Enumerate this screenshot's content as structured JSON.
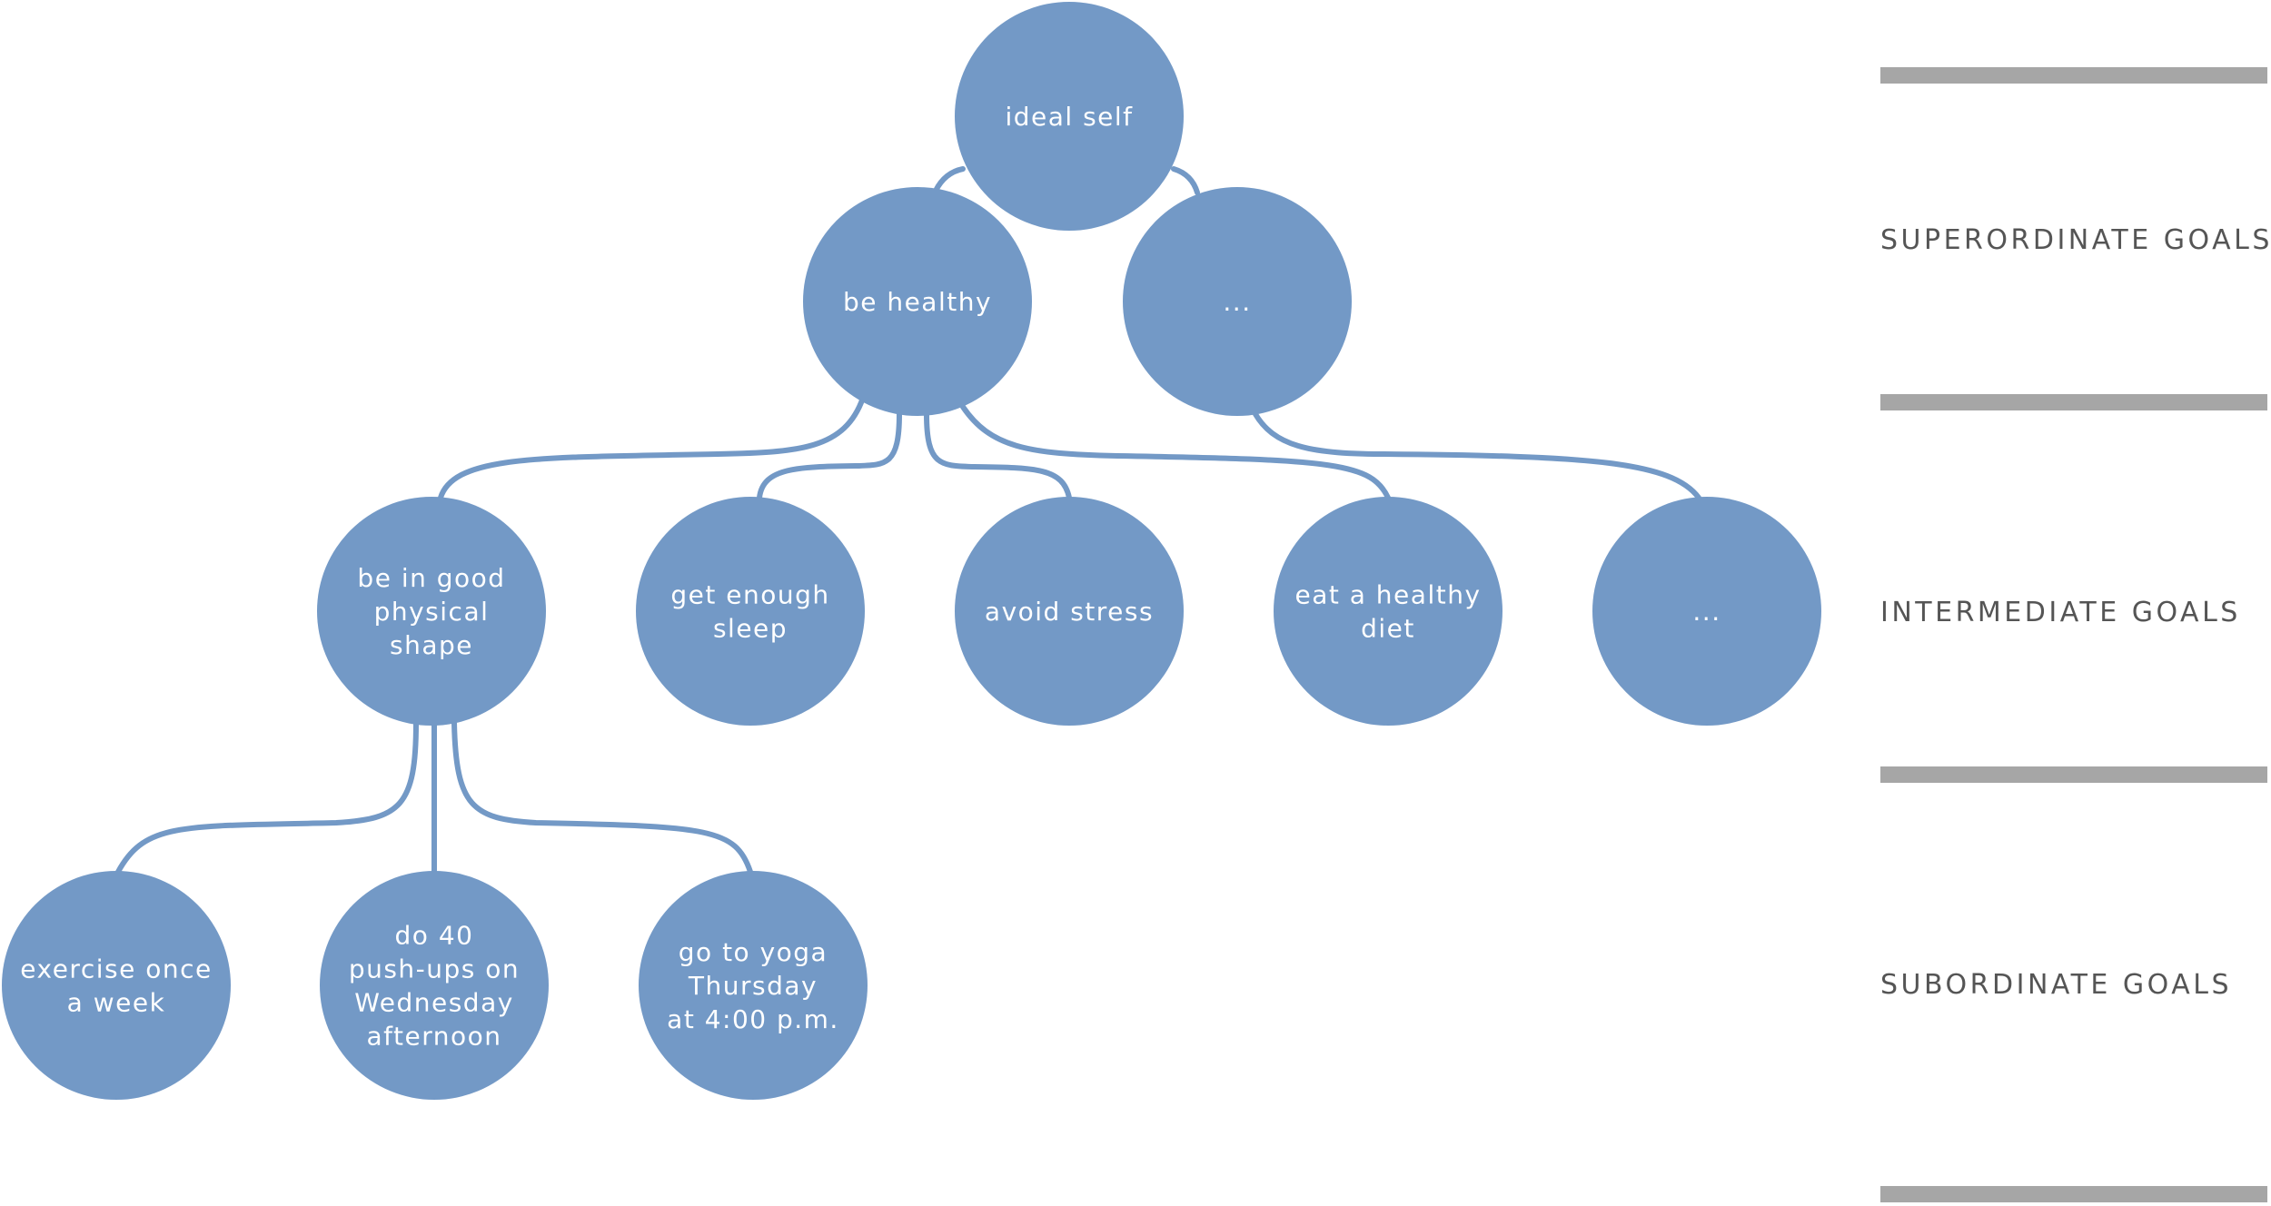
{
  "colors": {
    "node": "#7399c6",
    "edge": "#7399c6",
    "band_bar": "#a6a6a6",
    "band_label": "#555555"
  },
  "levels": [
    {
      "id": "superordinate",
      "label": "SUPERORDINATE GOALS"
    },
    {
      "id": "intermediate",
      "label": "INTERMEDIATE GOALS"
    },
    {
      "id": "subordinate",
      "label": "SUBORDINATE GOALS"
    }
  ],
  "nodes": [
    {
      "id": "ideal-self",
      "lines": [
        "ideal self"
      ]
    },
    {
      "id": "be-healthy",
      "lines": [
        "be healthy"
      ]
    },
    {
      "id": "super-more",
      "lines": [
        "..."
      ]
    },
    {
      "id": "good-shape",
      "lines": [
        "be in good",
        "physical",
        "shape"
      ]
    },
    {
      "id": "enough-sleep",
      "lines": [
        "get enough",
        "sleep"
      ]
    },
    {
      "id": "avoid-stress",
      "lines": [
        "avoid stress"
      ]
    },
    {
      "id": "healthy-diet",
      "lines": [
        "eat a healthy",
        "diet"
      ]
    },
    {
      "id": "inter-more",
      "lines": [
        "..."
      ]
    },
    {
      "id": "exercise",
      "lines": [
        "exercise once",
        "a week"
      ]
    },
    {
      "id": "pushups",
      "lines": [
        "do 40",
        "push-ups on",
        "Wednesday",
        "afternoon"
      ]
    },
    {
      "id": "yoga",
      "lines": [
        "go to yoga",
        "Thursday",
        "at 4:00 p.m."
      ]
    }
  ],
  "edges": [
    {
      "from": "ideal-self",
      "to": "be-healthy"
    },
    {
      "from": "ideal-self",
      "to": "super-more"
    },
    {
      "from": "be-healthy",
      "to": "good-shape"
    },
    {
      "from": "be-healthy",
      "to": "enough-sleep"
    },
    {
      "from": "be-healthy",
      "to": "avoid-stress"
    },
    {
      "from": "be-healthy",
      "to": "healthy-diet"
    },
    {
      "from": "super-more",
      "to": "inter-more"
    },
    {
      "from": "good-shape",
      "to": "exercise"
    },
    {
      "from": "good-shape",
      "to": "pushups"
    },
    {
      "from": "good-shape",
      "to": "yoga"
    }
  ]
}
